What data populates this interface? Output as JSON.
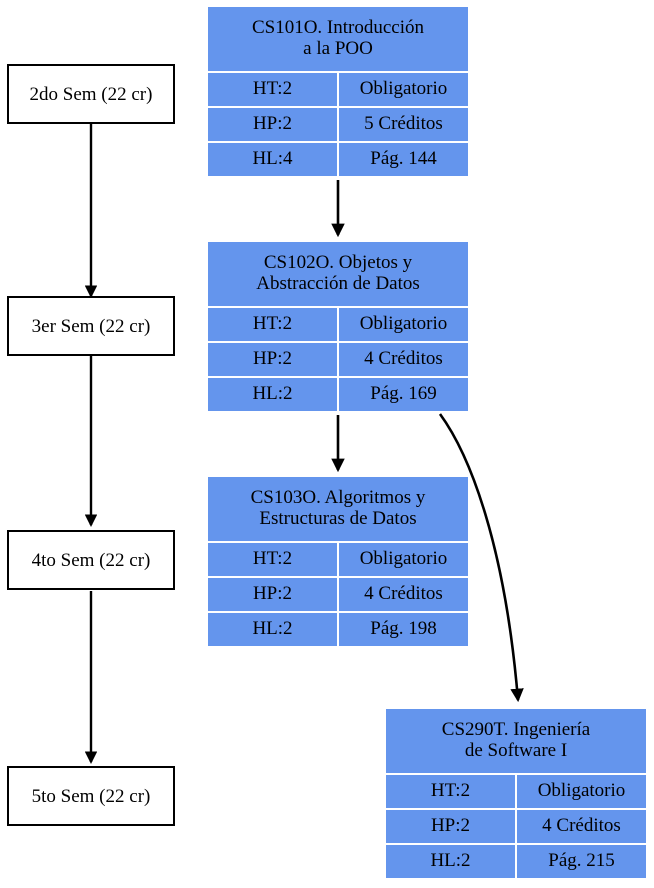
{
  "diagram": {
    "type": "curriculum-prerequisite-flowchart",
    "language": "es",
    "node_fill": "#6495ED",
    "edge_color": "#000000",
    "term_border": "#000000",
    "background": "#FFFFFF"
  },
  "terms": [
    {
      "id": "sem2",
      "label": "2do Sem (22 cr)"
    },
    {
      "id": "sem3",
      "label": "3er Sem (22 cr)"
    },
    {
      "id": "sem4",
      "label": "4to Sem (22 cr)"
    },
    {
      "id": "sem5",
      "label": "5to Sem (22 cr)"
    }
  ],
  "courses": [
    {
      "id": "cs101o",
      "title_line1": "CS101O. Introducción",
      "title_line2": "a la POO",
      "rows": [
        {
          "left": "HT:2",
          "right": "Obligatorio"
        },
        {
          "left": "HP:2",
          "right": "5 Créditos"
        },
        {
          "left": "HL:4",
          "right": "Pág. 144"
        }
      ]
    },
    {
      "id": "cs102o",
      "title_line1": "CS102O. Objetos y",
      "title_line2": "Abstracción de Datos",
      "rows": [
        {
          "left": "HT:2",
          "right": "Obligatorio"
        },
        {
          "left": "HP:2",
          "right": "4 Créditos"
        },
        {
          "left": "HL:2",
          "right": "Pág. 169"
        }
      ]
    },
    {
      "id": "cs103o",
      "title_line1": "CS103O. Algoritmos y",
      "title_line2": "Estructuras de Datos",
      "rows": [
        {
          "left": "HT:2",
          "right": "Obligatorio"
        },
        {
          "left": "HP:2",
          "right": "4 Créditos"
        },
        {
          "left": "HL:2",
          "right": "Pág. 198"
        }
      ]
    },
    {
      "id": "cs290t",
      "title_line1": "CS290T. Ingeniería",
      "title_line2": "de Software I",
      "rows": [
        {
          "left": "HT:2",
          "right": "Obligatorio"
        },
        {
          "left": "HP:2",
          "right": "4 Créditos"
        },
        {
          "left": "HL:2",
          "right": "Pág. 215"
        }
      ]
    }
  ],
  "edges": [
    {
      "from": "sem2",
      "to": "sem3",
      "shape": "straight"
    },
    {
      "from": "sem3",
      "to": "sem4",
      "shape": "straight"
    },
    {
      "from": "sem4",
      "to": "sem5",
      "shape": "straight"
    },
    {
      "from": "cs101o",
      "to": "cs102o",
      "shape": "straight"
    },
    {
      "from": "cs102o",
      "to": "cs103o",
      "shape": "straight"
    },
    {
      "from": "cs102o",
      "to": "cs290t",
      "shape": "curved"
    }
  ]
}
